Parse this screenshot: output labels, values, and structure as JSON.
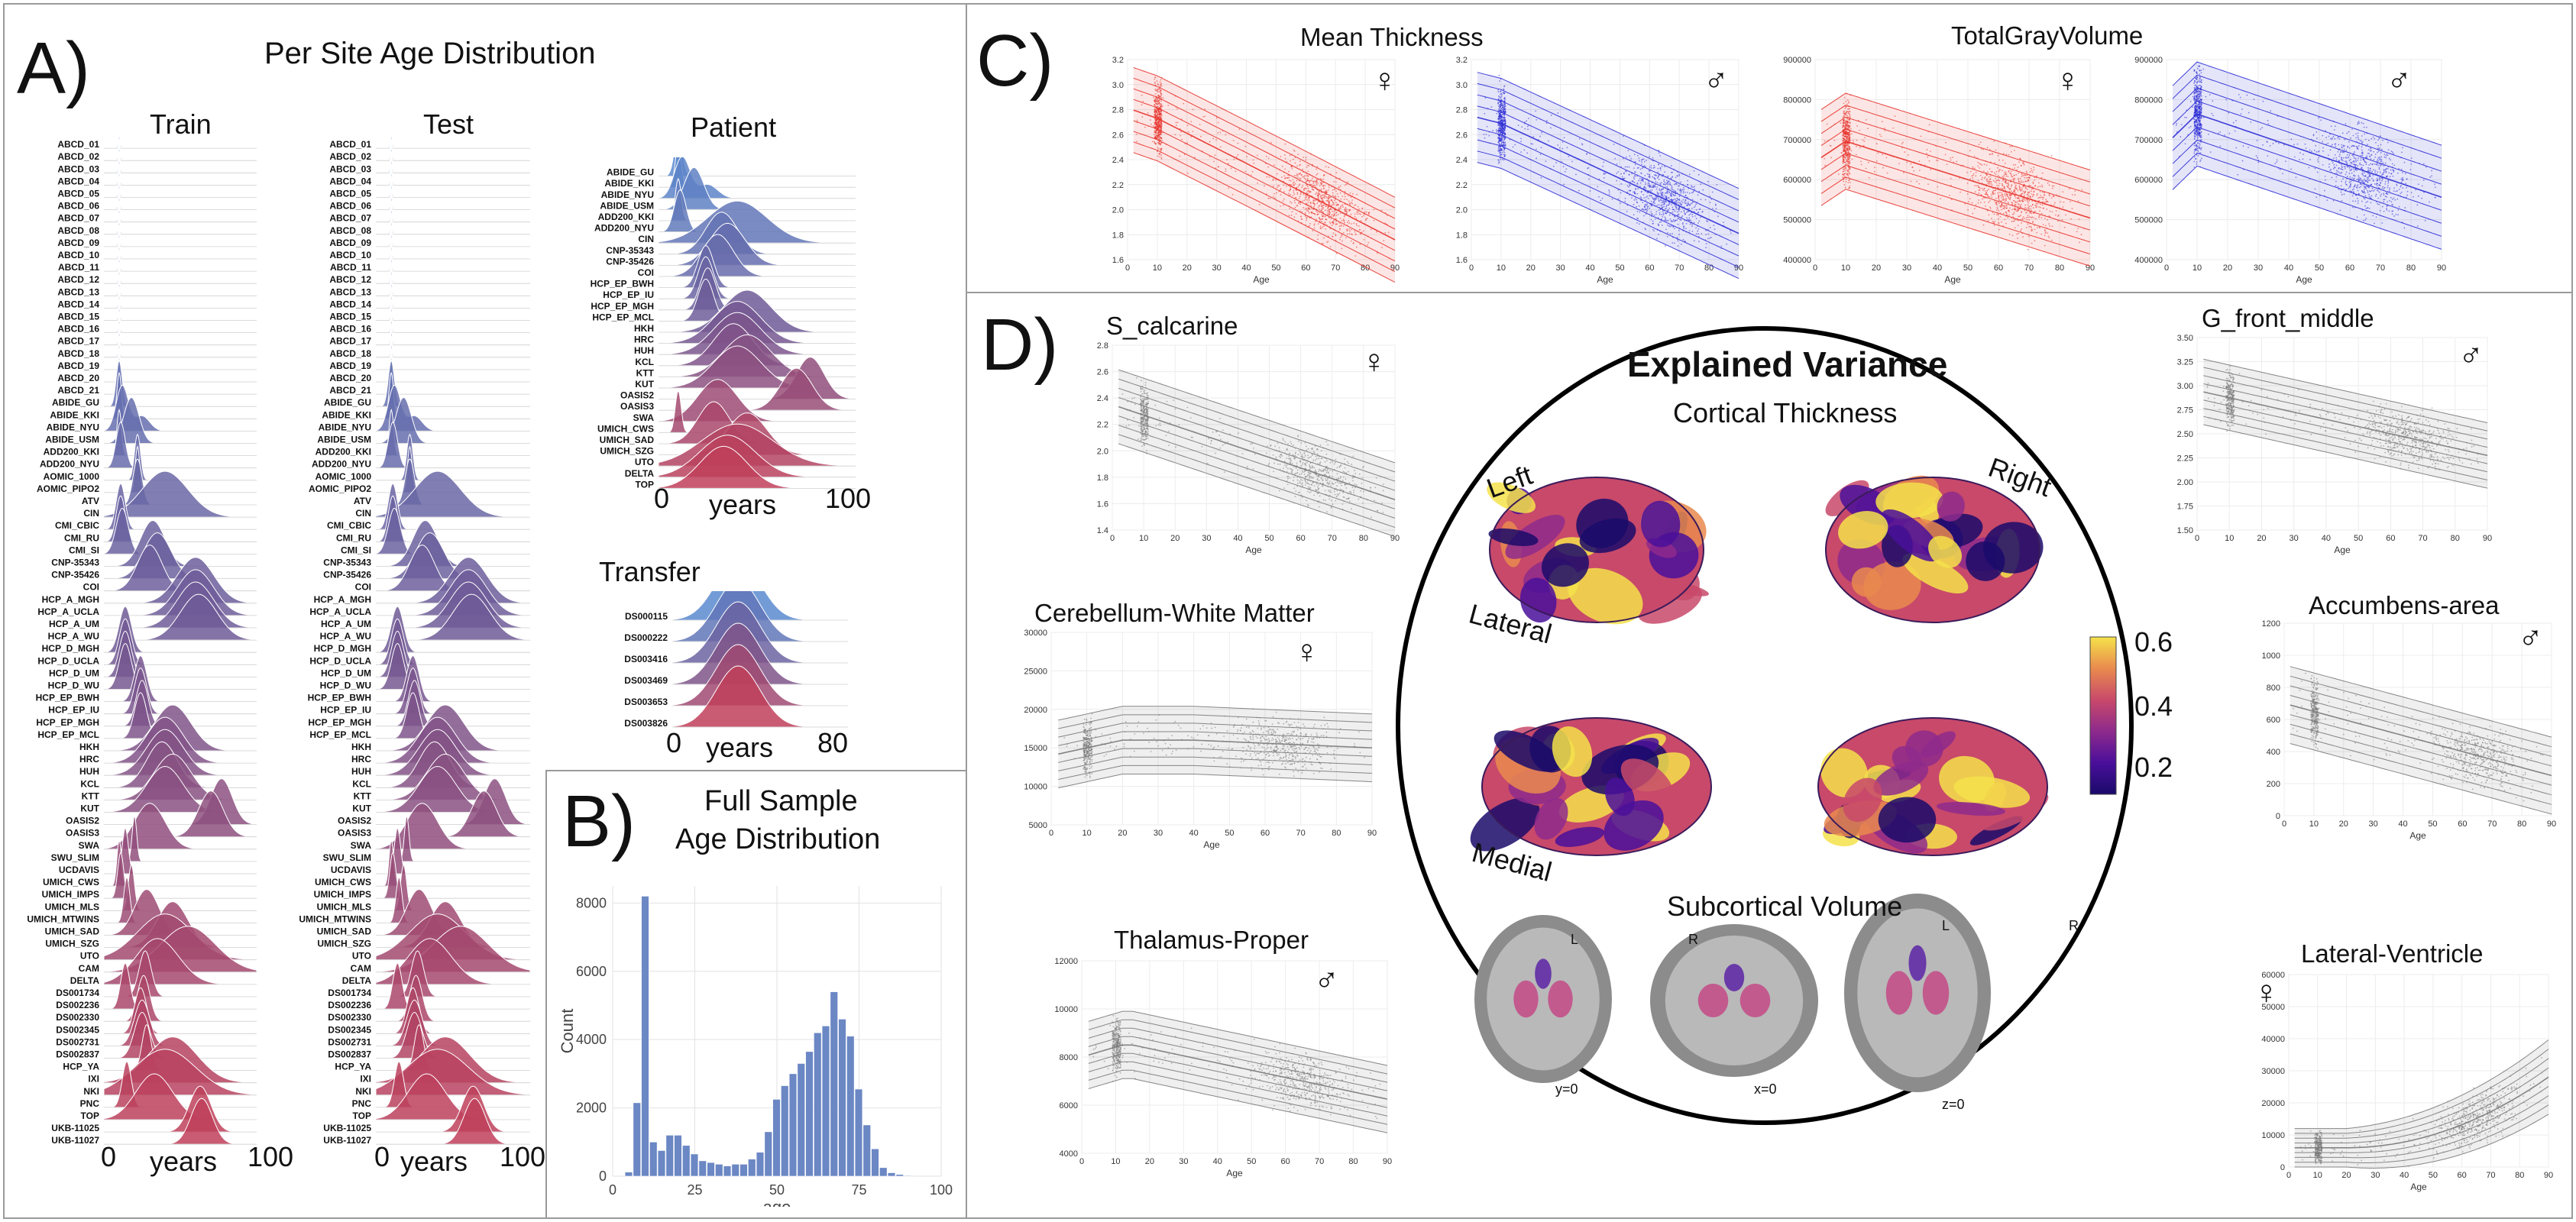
{
  "panel_a": {
    "label": "A)",
    "title": "Per Site Age Distribution",
    "train_title": "Train",
    "test_title": "Test",
    "patient_title": "Patient",
    "transfer_title": "Transfer",
    "axis_unit": "years",
    "axis_min": "0",
    "axis_max_100": "100",
    "axis_max_80": "80",
    "palette": {
      "start": "#5a8bd0",
      "mid": "#6f5a96",
      "end": "#c0405a"
    },
    "sites": [
      "ABCD_01",
      "ABCD_02",
      "ABCD_03",
      "ABCD_04",
      "ABCD_05",
      "ABCD_06",
      "ABCD_07",
      "ABCD_08",
      "ABCD_09",
      "ABCD_10",
      "ABCD_11",
      "ABCD_12",
      "ABCD_13",
      "ABCD_14",
      "ABCD_15",
      "ABCD_16",
      "ABCD_17",
      "ABCD_18",
      "ABCD_19",
      "ABCD_20",
      "ABCD_21",
      "ABIDE_GU",
      "ABIDE_KKI",
      "ABIDE_NYU",
      "ABIDE_USM",
      "ADD200_KKI",
      "ADD200_NYU",
      "AOMIC_1000",
      "AOMIC_PIPO2",
      "ATV",
      "CIN",
      "CMI_CBIC",
      "CMI_RU",
      "CMI_SI",
      "CNP-35343",
      "CNP-35426",
      "COI",
      "HCP_A_MGH",
      "HCP_A_UCLA",
      "HCP_A_UM",
      "HCP_A_WU",
      "HCP_D_MGH",
      "HCP_D_UCLA",
      "HCP_D_UM",
      "HCP_D_WU",
      "HCP_EP_BWH",
      "HCP_EP_IU",
      "HCP_EP_MGH",
      "HCP_EP_MCL",
      "HKH",
      "HRC",
      "HUH",
      "KCL",
      "KTT",
      "KUT",
      "OASIS2",
      "OASIS3",
      "SWA",
      "SWU_SLIM",
      "UCDAVIS",
      "UMICH_CWS",
      "UMICH_IMPS",
      "UMICH_MLS",
      "UMICH_MTWINS",
      "UMICH_SAD",
      "UMICH_SZG",
      "UTO",
      "CAM",
      "DELTA",
      "DS001734",
      "DS002236",
      "DS002330",
      "DS002345",
      "DS002731",
      "DS002837",
      "HCP_YA",
      "IXI",
      "NKI",
      "PNC",
      "TOP",
      "UKB-11025",
      "UKB-11027"
    ],
    "patient_sites": [
      "ABIDE_GU",
      "ABIDE_KKI",
      "ABIDE_NYU",
      "ABIDE_USM",
      "ADD200_KKI",
      "ADD200_NYU",
      "CIN",
      "CNP-35343",
      "CNP-35426",
      "COI",
      "HCP_EP_BWH",
      "HCP_EP_IU",
      "HCP_EP_MGH",
      "HCP_EP_MCL",
      "HKH",
      "HRC",
      "HUH",
      "KCL",
      "KTT",
      "KUT",
      "OASIS2",
      "OASIS3",
      "SWA",
      "UMICH_CWS",
      "UMICH_SAD",
      "UMICH_SZG",
      "UTO",
      "DELTA",
      "TOP"
    ],
    "transfer_sites": [
      "DS000115",
      "DS000222",
      "DS003416",
      "DS003469",
      "DS003653",
      "DS003826"
    ]
  },
  "panel_b": {
    "label": "B)",
    "title_line1": "Full Sample",
    "title_line2": "Age Distribution"
  },
  "panel_c": {
    "label": "C)",
    "plots": [
      {
        "title": "Mean Thickness",
        "sex": "♀",
        "color": "#e8312a",
        "yticks": [
          "1.6",
          "1.8",
          "2.0",
          "2.2",
          "2.4",
          "2.6",
          "2.8",
          "3.0",
          "3.2"
        ],
        "xlabel": "Age"
      },
      {
        "title": "",
        "sex": "♂",
        "color": "#2b2bd6",
        "yticks": [
          "1.6",
          "1.8",
          "2.0",
          "2.2",
          "2.4",
          "2.6",
          "2.8",
          "3.0",
          "3.2"
        ],
        "xlabel": "Age"
      },
      {
        "title": "TotalGrayVolume",
        "sex": "♀",
        "color": "#e8312a",
        "yticks": [
          "400000",
          "500000",
          "600000",
          "700000",
          "800000",
          "900000"
        ],
        "xlabel": "Age"
      },
      {
        "title": "",
        "sex": "♂",
        "color": "#2b2bd6",
        "yticks": [
          "400000",
          "500000",
          "600000",
          "700000",
          "800000",
          "900000"
        ],
        "xlabel": "Age"
      }
    ]
  },
  "panel_d": {
    "label": "D)",
    "plots": [
      {
        "title": "S_calcarine",
        "sex": "♀",
        "yticks": [
          "1.4",
          "1.6",
          "1.8",
          "2.0",
          "2.2",
          "2.4",
          "2.6",
          "2.8"
        ],
        "xlabel": "Age"
      },
      {
        "title": "Cerebellum-White Matter",
        "sex": "♀",
        "yticks": [
          "5000",
          "10000",
          "15000",
          "20000",
          "25000",
          "30000"
        ],
        "xlabel": "Age"
      },
      {
        "title": "Thalamus-Proper",
        "sex": "♂",
        "yticks": [
          "4000",
          "6000",
          "8000",
          "10000",
          "12000"
        ],
        "xlabel": "Age"
      },
      {
        "title": "G_front_middle",
        "sex": "♂",
        "yticks": [
          "1.50",
          "1.75",
          "2.00",
          "2.25",
          "2.50",
          "2.75",
          "3.00",
          "3.25",
          "3.50"
        ],
        "xlabel": "Age"
      },
      {
        "title": "Accumbens-area",
        "sex": "♂",
        "yticks": [
          "0",
          "200",
          "400",
          "600",
          "800",
          "1000",
          "1200"
        ],
        "xlabel": "Age"
      },
      {
        "title": "Lateral-Ventricle",
        "sex": "♀",
        "yticks": [
          "0",
          "10000",
          "20000",
          "30000",
          "40000",
          "50000",
          "60000"
        ],
        "xlabel": "Age"
      }
    ],
    "xticks": [
      "0",
      "10",
      "20",
      "30",
      "40",
      "50",
      "60",
      "70",
      "80",
      "90"
    ],
    "circle": {
      "title": "Explained Variance",
      "cortical_title": "Cortical Thickness",
      "left": "Left",
      "right": "Right",
      "lateral": "Lateral",
      "medial": "Medial",
      "subcortical_title": "Subcortical Volume",
      "colorbar_ticks": [
        "0.6",
        "0.4",
        "0.2"
      ],
      "colormap": [
        "#f5e24a",
        "#e98a4e",
        "#c8496a",
        "#8e2a8c",
        "#4a0f9a",
        "#1a0a6a"
      ],
      "slice_L": "L",
      "slice_R": "R",
      "slice_labels": [
        "y=0",
        "x=0",
        "z=0"
      ]
    }
  },
  "chart_data": [
    {
      "type": "bar",
      "title": "Full Sample Age Distribution",
      "xlabel": "age",
      "ylabel": "Count",
      "xlim": [
        0,
        100
      ],
      "ylim": [
        0,
        8500
      ],
      "xticks": [
        "0",
        "25",
        "50",
        "75",
        "100"
      ],
      "yticks": [
        "0",
        "2000",
        "4000",
        "6000",
        "8000"
      ],
      "bar_color": "#6b87c4",
      "bin_width": 2.5,
      "x": [
        2.5,
        5,
        7.5,
        10,
        12.5,
        15,
        17.5,
        20,
        22.5,
        25,
        27.5,
        30,
        32.5,
        35,
        37.5,
        40,
        42.5,
        45,
        47.5,
        50,
        52.5,
        55,
        57.5,
        60,
        62.5,
        65,
        67.5,
        70,
        72.5,
        75,
        77.5,
        80,
        82.5,
        85,
        87.5,
        90,
        92.5
      ],
      "values": [
        0,
        120,
        2150,
        8200,
        1000,
        750,
        1200,
        1200,
        900,
        650,
        450,
        400,
        350,
        300,
        350,
        350,
        500,
        700,
        1300,
        2250,
        2650,
        3000,
        3300,
        3650,
        4200,
        4400,
        5400,
        4600,
        4100,
        2550,
        1500,
        800,
        250,
        100,
        50,
        20,
        0
      ]
    }
  ]
}
